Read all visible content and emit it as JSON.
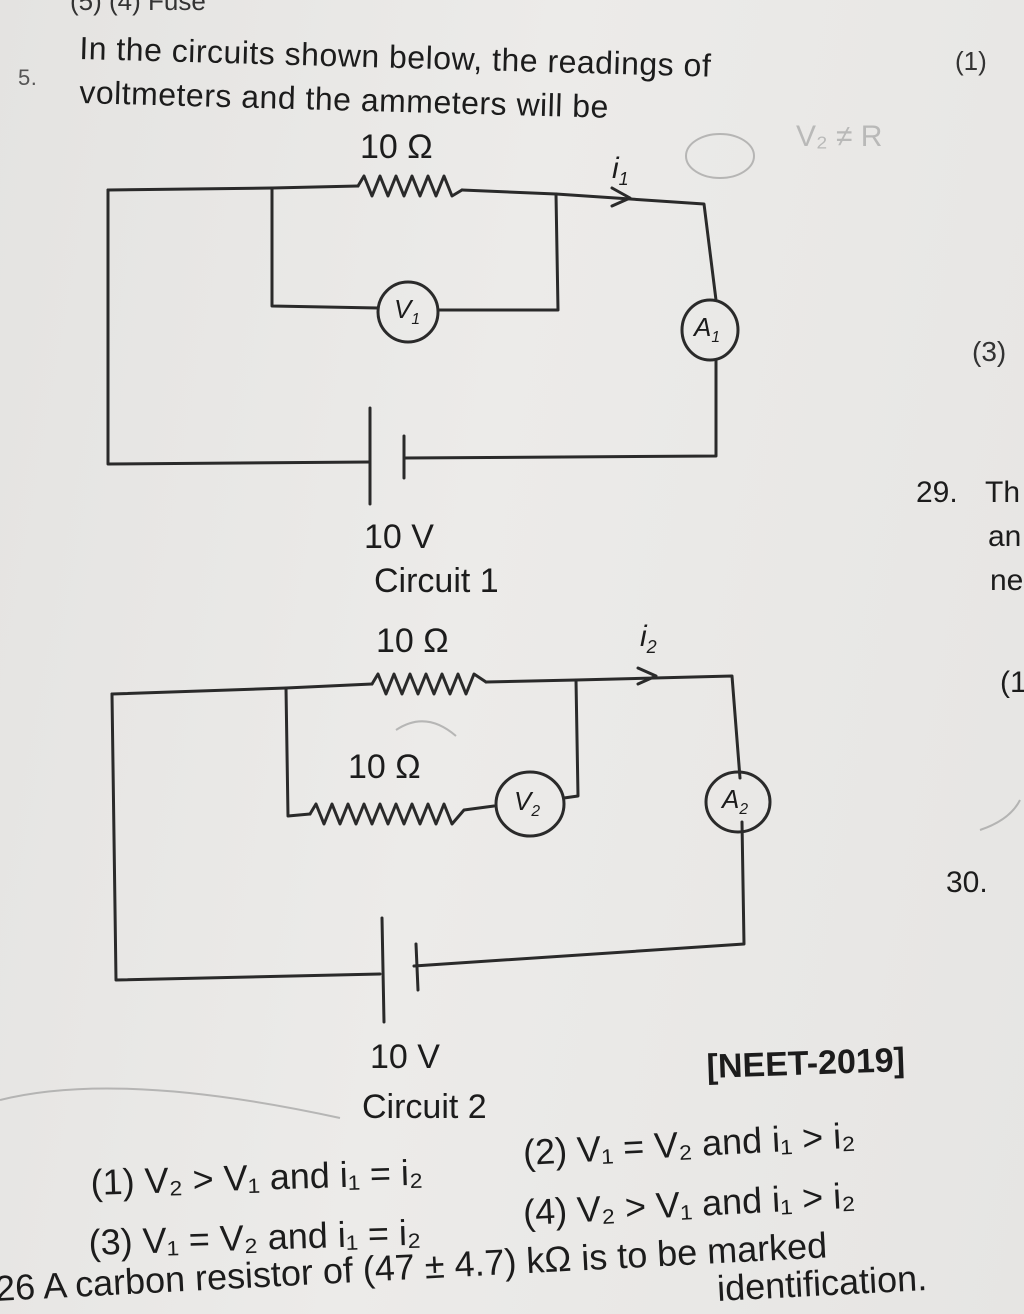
{
  "question": {
    "number": "5.",
    "line1": "In the circuits shown below, the readings of",
    "line2": "voltmeters and the ammeters will be",
    "source": "[NEET-2019]"
  },
  "circuit1": {
    "resistor": "10 Ω",
    "current": "i",
    "current_sub": "1",
    "voltmeter": "V",
    "voltmeter_sub": "1",
    "ammeter": "A",
    "ammeter_sub": "1",
    "battery": "10 V",
    "caption": "Circuit 1"
  },
  "circuit2": {
    "resistor_top": "10 Ω",
    "resistor_bottom": "10 Ω",
    "current": "i",
    "current_sub": "2",
    "voltmeter": "V",
    "voltmeter_sub": "2",
    "ammeter": "A",
    "ammeter_sub": "2",
    "battery": "10 V",
    "caption": "Circuit 2"
  },
  "options": {
    "opt1": "(1)  V₂ > V₁ and i₁ = i₂",
    "opt2": "(2)  V₁ = V₂ and i₁ > i₂",
    "opt3": "(3)  V₁ = V₂ and i₁ = i₂",
    "opt4": "(4)  V₂ > V₁ and i₁ > i₂"
  },
  "next_question": "26   A carbon resistor of (47 ± 4.7) kΩ is to be marked",
  "next_question_end": "identification.",
  "margin": {
    "top_marks": "(5)      (4) Fuse",
    "right_1": "(1)",
    "right_3": "(3)",
    "q29": "29.",
    "q29_text1": "Th",
    "q29_text2": "an",
    "q29_text3": "ne",
    "right_paren": "(1",
    "q30": "30."
  }
}
